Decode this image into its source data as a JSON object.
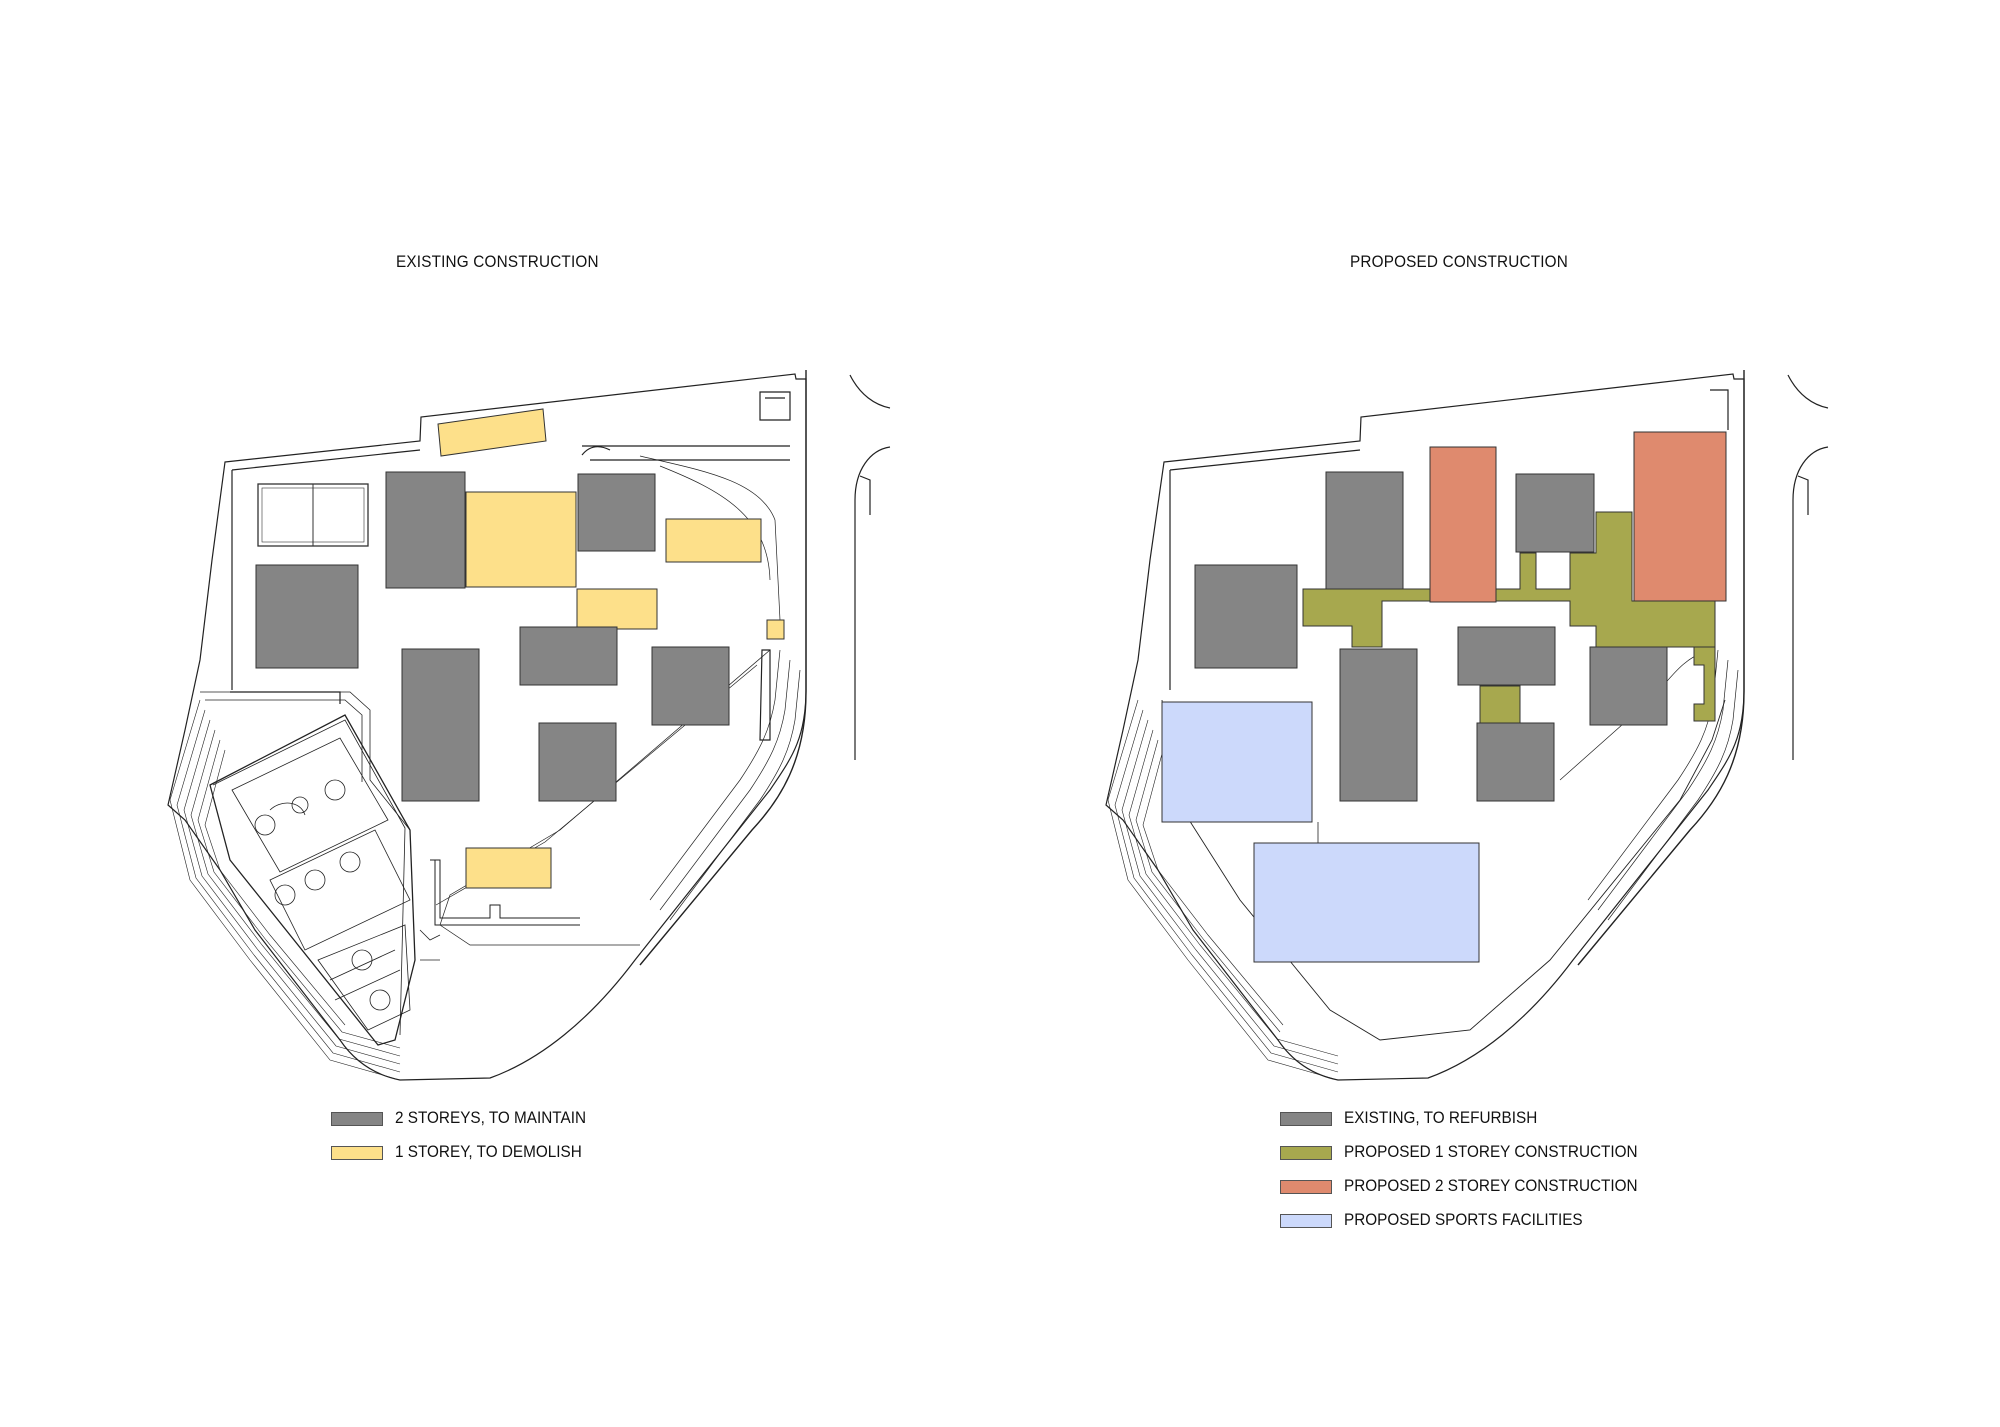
{
  "panels": {
    "existing": {
      "title": "EXISTING CONSTRUCTION"
    },
    "proposed": {
      "title": "PROPOSED CONSTRUCTION"
    }
  },
  "legend_existing": [
    {
      "label": "2 STOREYS, TO MAINTAIN",
      "color": "#858585"
    },
    {
      "label": "1 STOREY, TO DEMOLISH",
      "color": "#fde08a"
    }
  ],
  "legend_proposed": [
    {
      "label": "EXISTING, TO REFURBISH",
      "color": "#858585"
    },
    {
      "label": "PROPOSED 1 STOREY CONSTRUCTION",
      "color": "#a7a84e"
    },
    {
      "label": "PROPOSED 2 STOREY CONSTRUCTION",
      "color": "#df8a6e"
    },
    {
      "label": "PROPOSED SPORTS FACILITIES",
      "color": "#ccd9fb"
    }
  ]
}
